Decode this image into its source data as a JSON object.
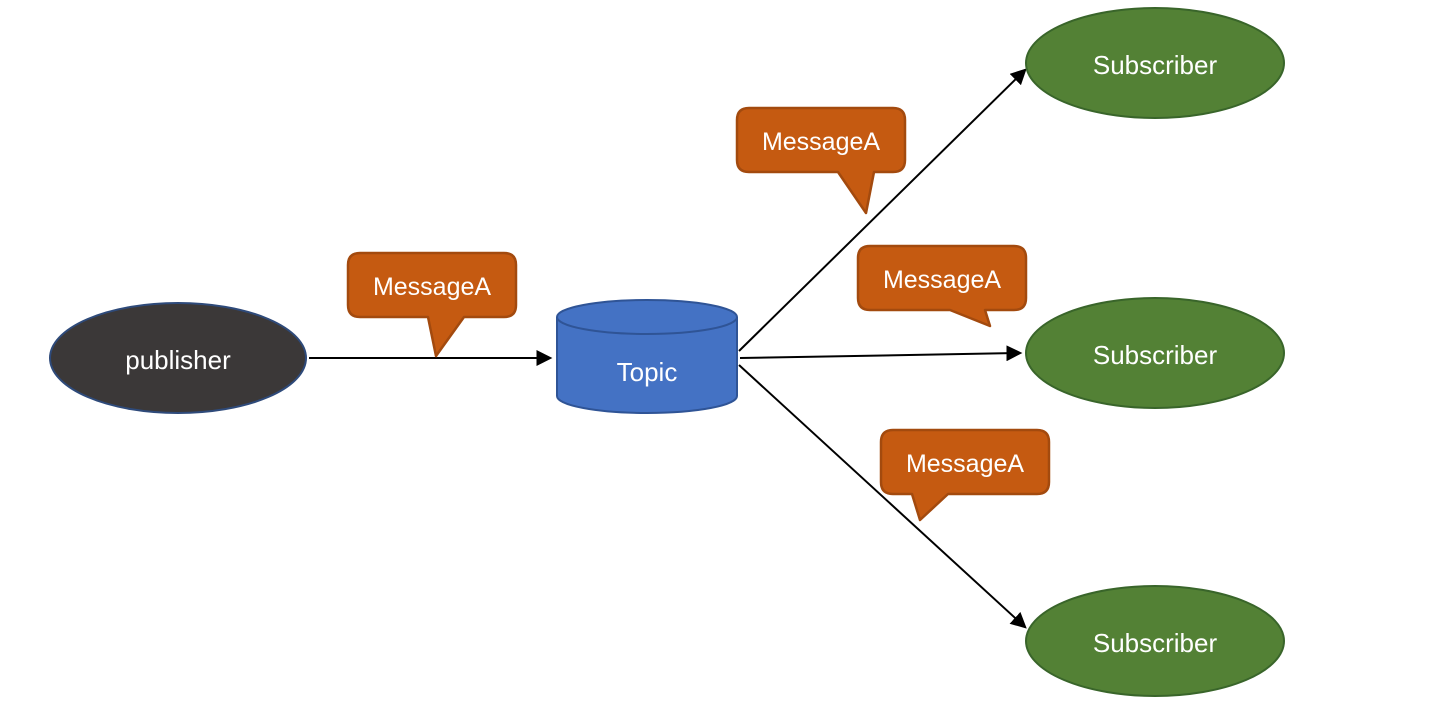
{
  "diagram": {
    "publisher": {
      "label": "publisher"
    },
    "topic": {
      "label": "Topic"
    },
    "subscribers": [
      {
        "label": "Subscriber"
      },
      {
        "label": "Subscriber"
      },
      {
        "label": "Subscriber"
      }
    ],
    "messages": [
      {
        "label": "MessageA"
      },
      {
        "label": "MessageA"
      },
      {
        "label": "MessageA"
      },
      {
        "label": "MessageA"
      }
    ],
    "colors": {
      "background": "#ffffff",
      "publisher_fill": "#3b3838",
      "publisher_stroke": "#2e4a7a",
      "topic_fill": "#4472c4",
      "topic_stroke": "#2f5496",
      "subscriber_fill": "#538135",
      "subscriber_stroke": "#39652a",
      "message_fill": "#c55a11",
      "message_stroke": "#a34a0e",
      "arrow": "#000000",
      "label_text": "#ffffff"
    }
  }
}
